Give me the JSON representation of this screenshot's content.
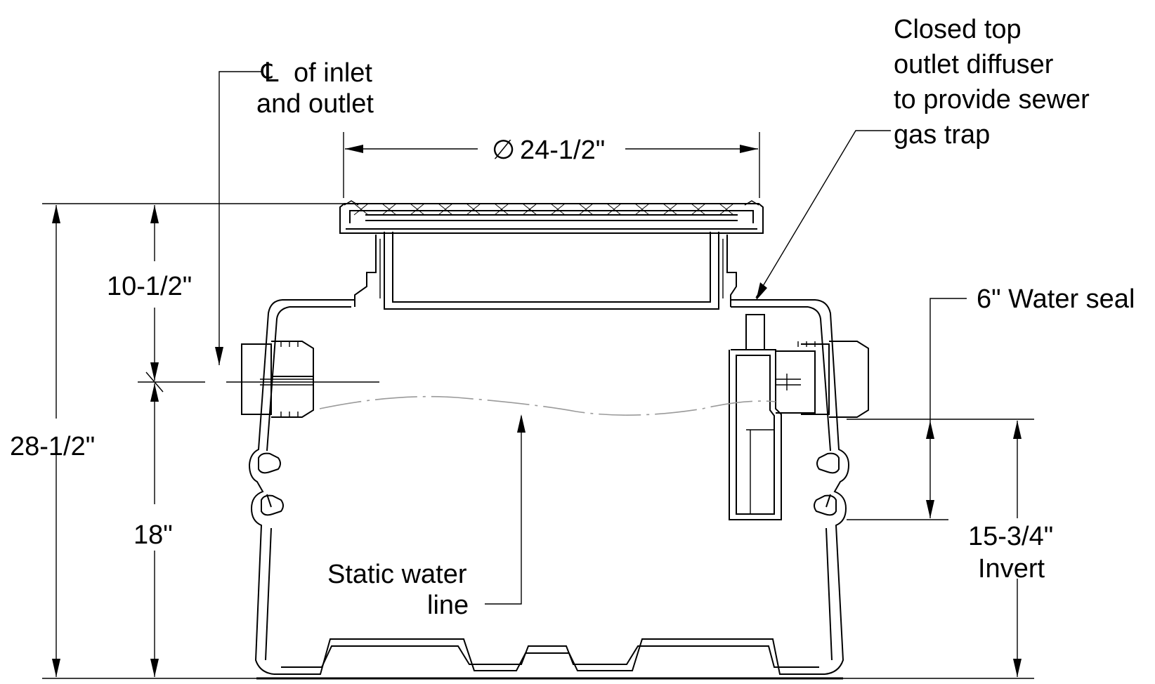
{
  "labels": {
    "centerline_symbol": "℄",
    "centerline_text": "of inlet",
    "centerline_line2": "and outlet",
    "diameter_symbol": "∅",
    "diameter_value": "24-1/2\"",
    "diffuser_line1": "Closed top",
    "diffuser_line2": "outlet diffuser",
    "diffuser_line3": "to provide sewer",
    "diffuser_line4": "gas trap",
    "water_seal": "6\" Water seal",
    "overall_height": "28-1/2\"",
    "top_to_centerline": "10-1/2\"",
    "centerline_to_bottom": "18\"",
    "invert_value": "15-3/4\"",
    "invert_word": "Invert",
    "static_line1": "Static water",
    "static_line2": "line"
  }
}
